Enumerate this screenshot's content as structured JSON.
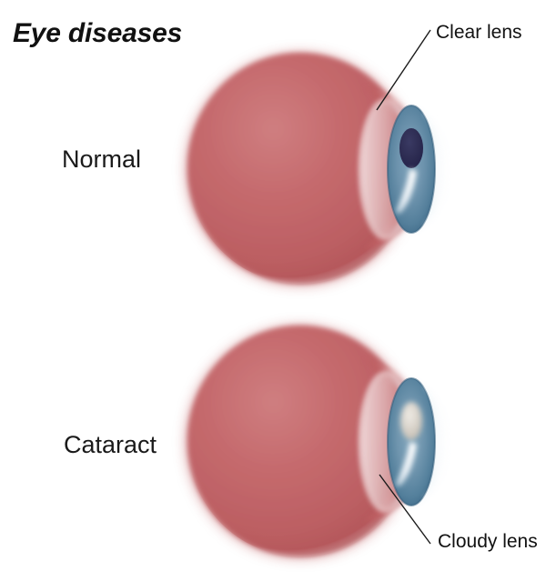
{
  "figure": {
    "title": "Eye diseases",
    "background_color": "#ffffff"
  },
  "rows": [
    {
      "id": "normal",
      "label": "Normal",
      "callout": {
        "text": "Clear lens",
        "name": "clear-lens-callout"
      },
      "lens_state": "clear",
      "pupil_color": "#2d2c52"
    },
    {
      "id": "cataract",
      "label": "Cataract",
      "callout": {
        "text": "Cloudy lens",
        "name": "cloudy-lens-callout"
      },
      "lens_state": "cloudy",
      "pupil_color": "#cfc9c0"
    }
  ],
  "colors": {
    "sclera_red": "#c05f63",
    "sclera_red_light": "#cb7a7c",
    "sclera_red_dark": "#9e4448",
    "iris_blue": "#6d93ad",
    "iris_blue_dark": "#39637f",
    "pupil_navy": "#2d2c52",
    "cataract_pupil": "#cfc9c0",
    "cornea_white": "#ffffff",
    "cornea_blue_tint": "#dfe8ef",
    "leader_line": "#1a1a1a",
    "text": "#111111"
  },
  "icons": {
    "eyeball": "eyeball-icon",
    "lens": "lens-icon",
    "leader_line": "leader-line-icon"
  }
}
